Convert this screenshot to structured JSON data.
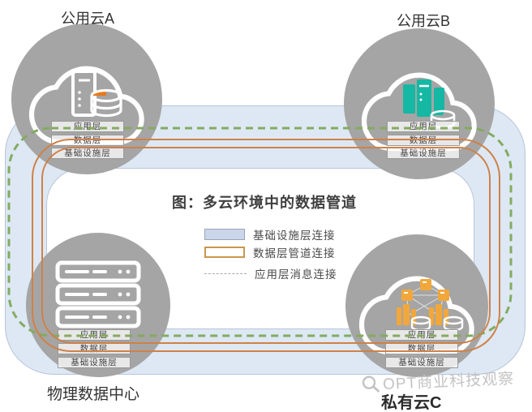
{
  "figure": {
    "title": "图：多云环境中的数据管道"
  },
  "nodes": {
    "public_cloud_a": {
      "label": "公用云A",
      "layers": [
        "应用层",
        "数据层",
        "基础设施层"
      ]
    },
    "public_cloud_b": {
      "label": "公用云B",
      "layers": [
        "应用层",
        "数据层",
        "基础设施层"
      ]
    },
    "datacenter": {
      "label": "物理数据中心",
      "layers": [
        "应用层",
        "数据层",
        "基础设施层"
      ]
    },
    "private_cloud_c": {
      "label": "私有云C",
      "layers": [
        "应用层",
        "数据层",
        "基础设施层"
      ]
    }
  },
  "legend": {
    "infra_label": "基础设施层连接",
    "pipe_label": "数据层管道连接",
    "msg_label": "应用层消息连接"
  },
  "watermark": {
    "text": "OPT商业科技观察"
  },
  "colors": {
    "band_fill": "#dde8f4",
    "band_border": "#b7c4d7",
    "node_circle": "#a5a5a5",
    "app_line_green": "#84ab61",
    "data_line_orange": "#cf8148",
    "legend_swatch_infra": "#ccd6ea",
    "legend_swatch_pipe_border": "#c9964e",
    "icon_teal": "#14b8a3",
    "icon_gold": "#f2a73b",
    "icon_orange_wedge": "#e8791a"
  }
}
